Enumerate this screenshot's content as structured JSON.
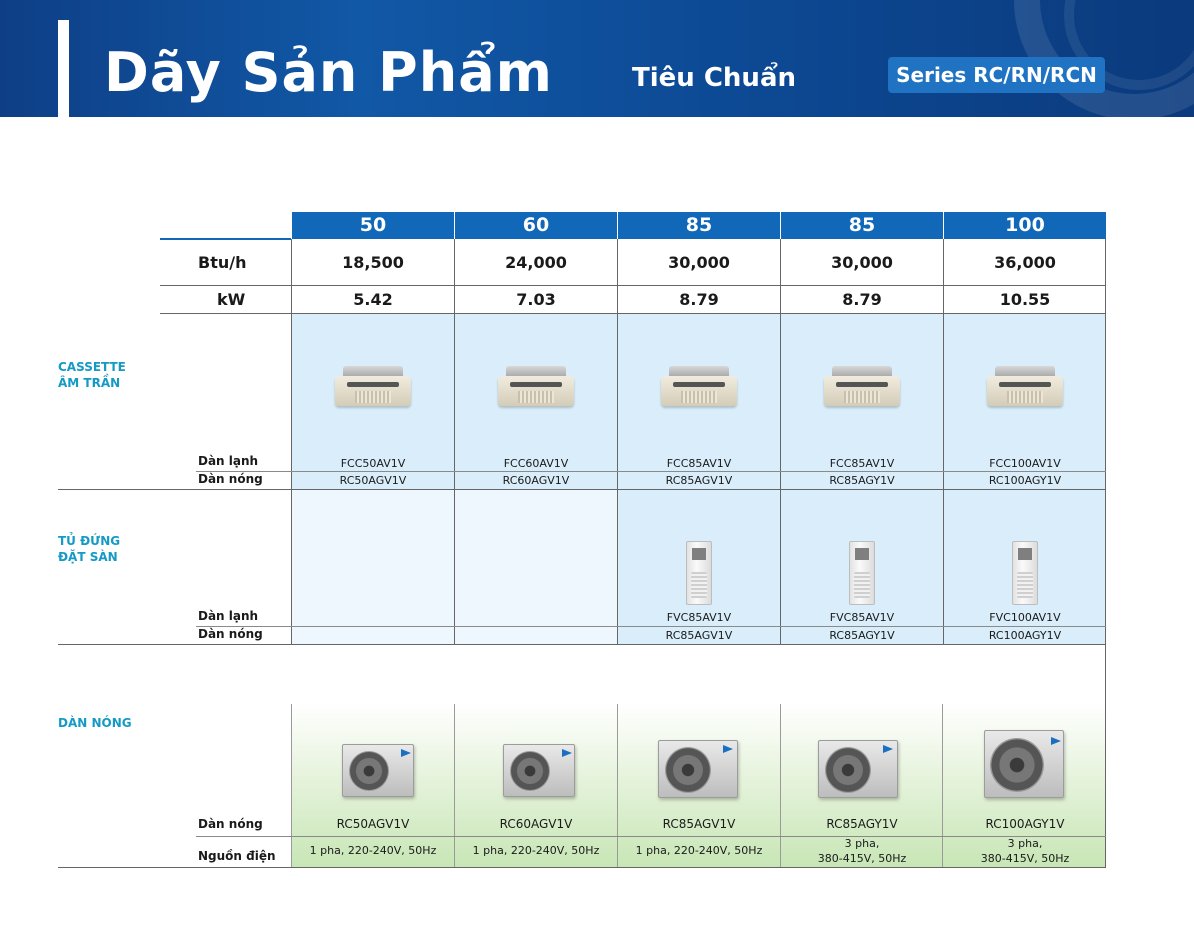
{
  "header": {
    "title": "Dãy Sản Phẩm",
    "subtitle": "Tiêu Chuẩn",
    "series": "Series RC/RN/RCN"
  },
  "columns": [
    "50",
    "60",
    "85",
    "85",
    "100"
  ],
  "specs": {
    "btu_label": "Btu/h",
    "btu": [
      "18,500",
      "24,000",
      "30,000",
      "30,000",
      "36,000"
    ],
    "kw_label": "kW",
    "kw": [
      "5.42",
      "7.03",
      "8.79",
      "8.79",
      "10.55"
    ]
  },
  "cassette": {
    "category_line1": "CASSETTE",
    "category_line2": "ÂM TRẦN",
    "indoor_label": "Dàn lạnh",
    "outdoor_label": "Dàn nóng",
    "indoor": [
      "FCC50AV1V",
      "FCC60AV1V",
      "FCC85AV1V",
      "FCC85AV1V",
      "FCC100AV1V"
    ],
    "outdoor": [
      "RC50AGV1V",
      "RC60AGV1V",
      "RC85AGV1V",
      "RC85AGY1V",
      "RC100AGY1V"
    ]
  },
  "floor": {
    "category_line1": "TỦ ĐỨNG",
    "category_line2": "ĐẶT SÀN",
    "indoor_label": "Dàn lạnh",
    "outdoor_label": "Dàn nóng",
    "indoor": [
      "",
      "",
      "FVC85AV1V",
      "FVC85AV1V",
      "FVC100AV1V"
    ],
    "outdoor": [
      "",
      "",
      "RC85AGV1V",
      "RC85AGY1V",
      "RC100AGY1V"
    ]
  },
  "outdoor_units": {
    "category": "DÀN NÓNG",
    "model_label": "Dàn nóng",
    "power_label": "Nguồn điện",
    "models": [
      "RC50AGV1V",
      "RC60AGV1V",
      "RC85AGV1V",
      "RC85AGY1V",
      "RC100AGY1V"
    ],
    "power_line1": [
      "1 pha, 220-240V, 50Hz",
      "1 pha, 220-240V, 50Hz",
      "1 pha, 220-240V, 50Hz",
      "3 pha,",
      "3 pha,"
    ],
    "power_line2": [
      "",
      "",
      "",
      "380-415V, 50Hz",
      "380-415V, 50Hz"
    ]
  },
  "colors": {
    "banner": "#0e3f86",
    "column_header": "#1167b8",
    "category_text": "#159ac5",
    "cassette_bg": "#d9eefa",
    "floor_bg": "#eef7fd",
    "outdoor_bg_bottom": "#c7e6b5"
  }
}
